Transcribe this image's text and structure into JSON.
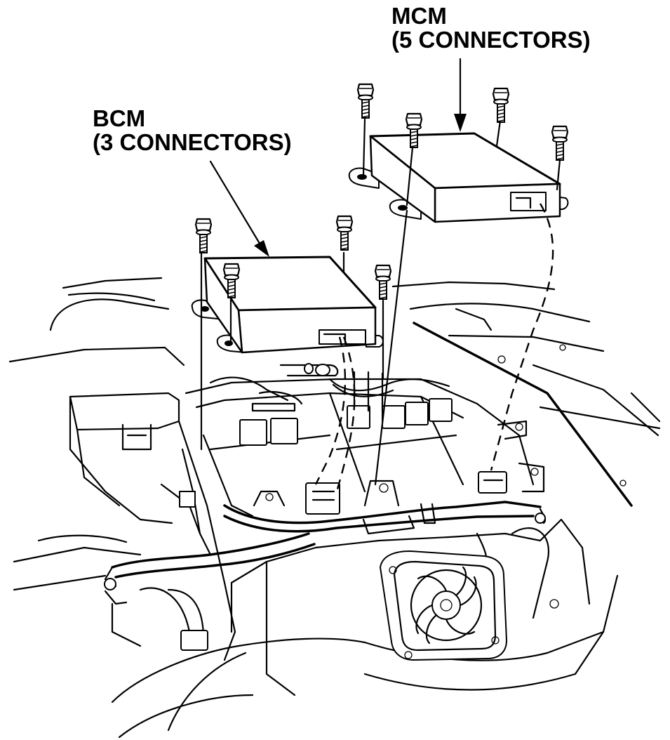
{
  "labels": {
    "mcm_title": "MCM",
    "mcm_sub": "(5 CONNECTORS)",
    "bcm_title": "BCM",
    "bcm_sub": "(3 CONNECTORS)"
  },
  "icons": [
    "bolt-icon",
    "connector-icon",
    "cooling-fan-icon",
    "arrow-icon"
  ]
}
